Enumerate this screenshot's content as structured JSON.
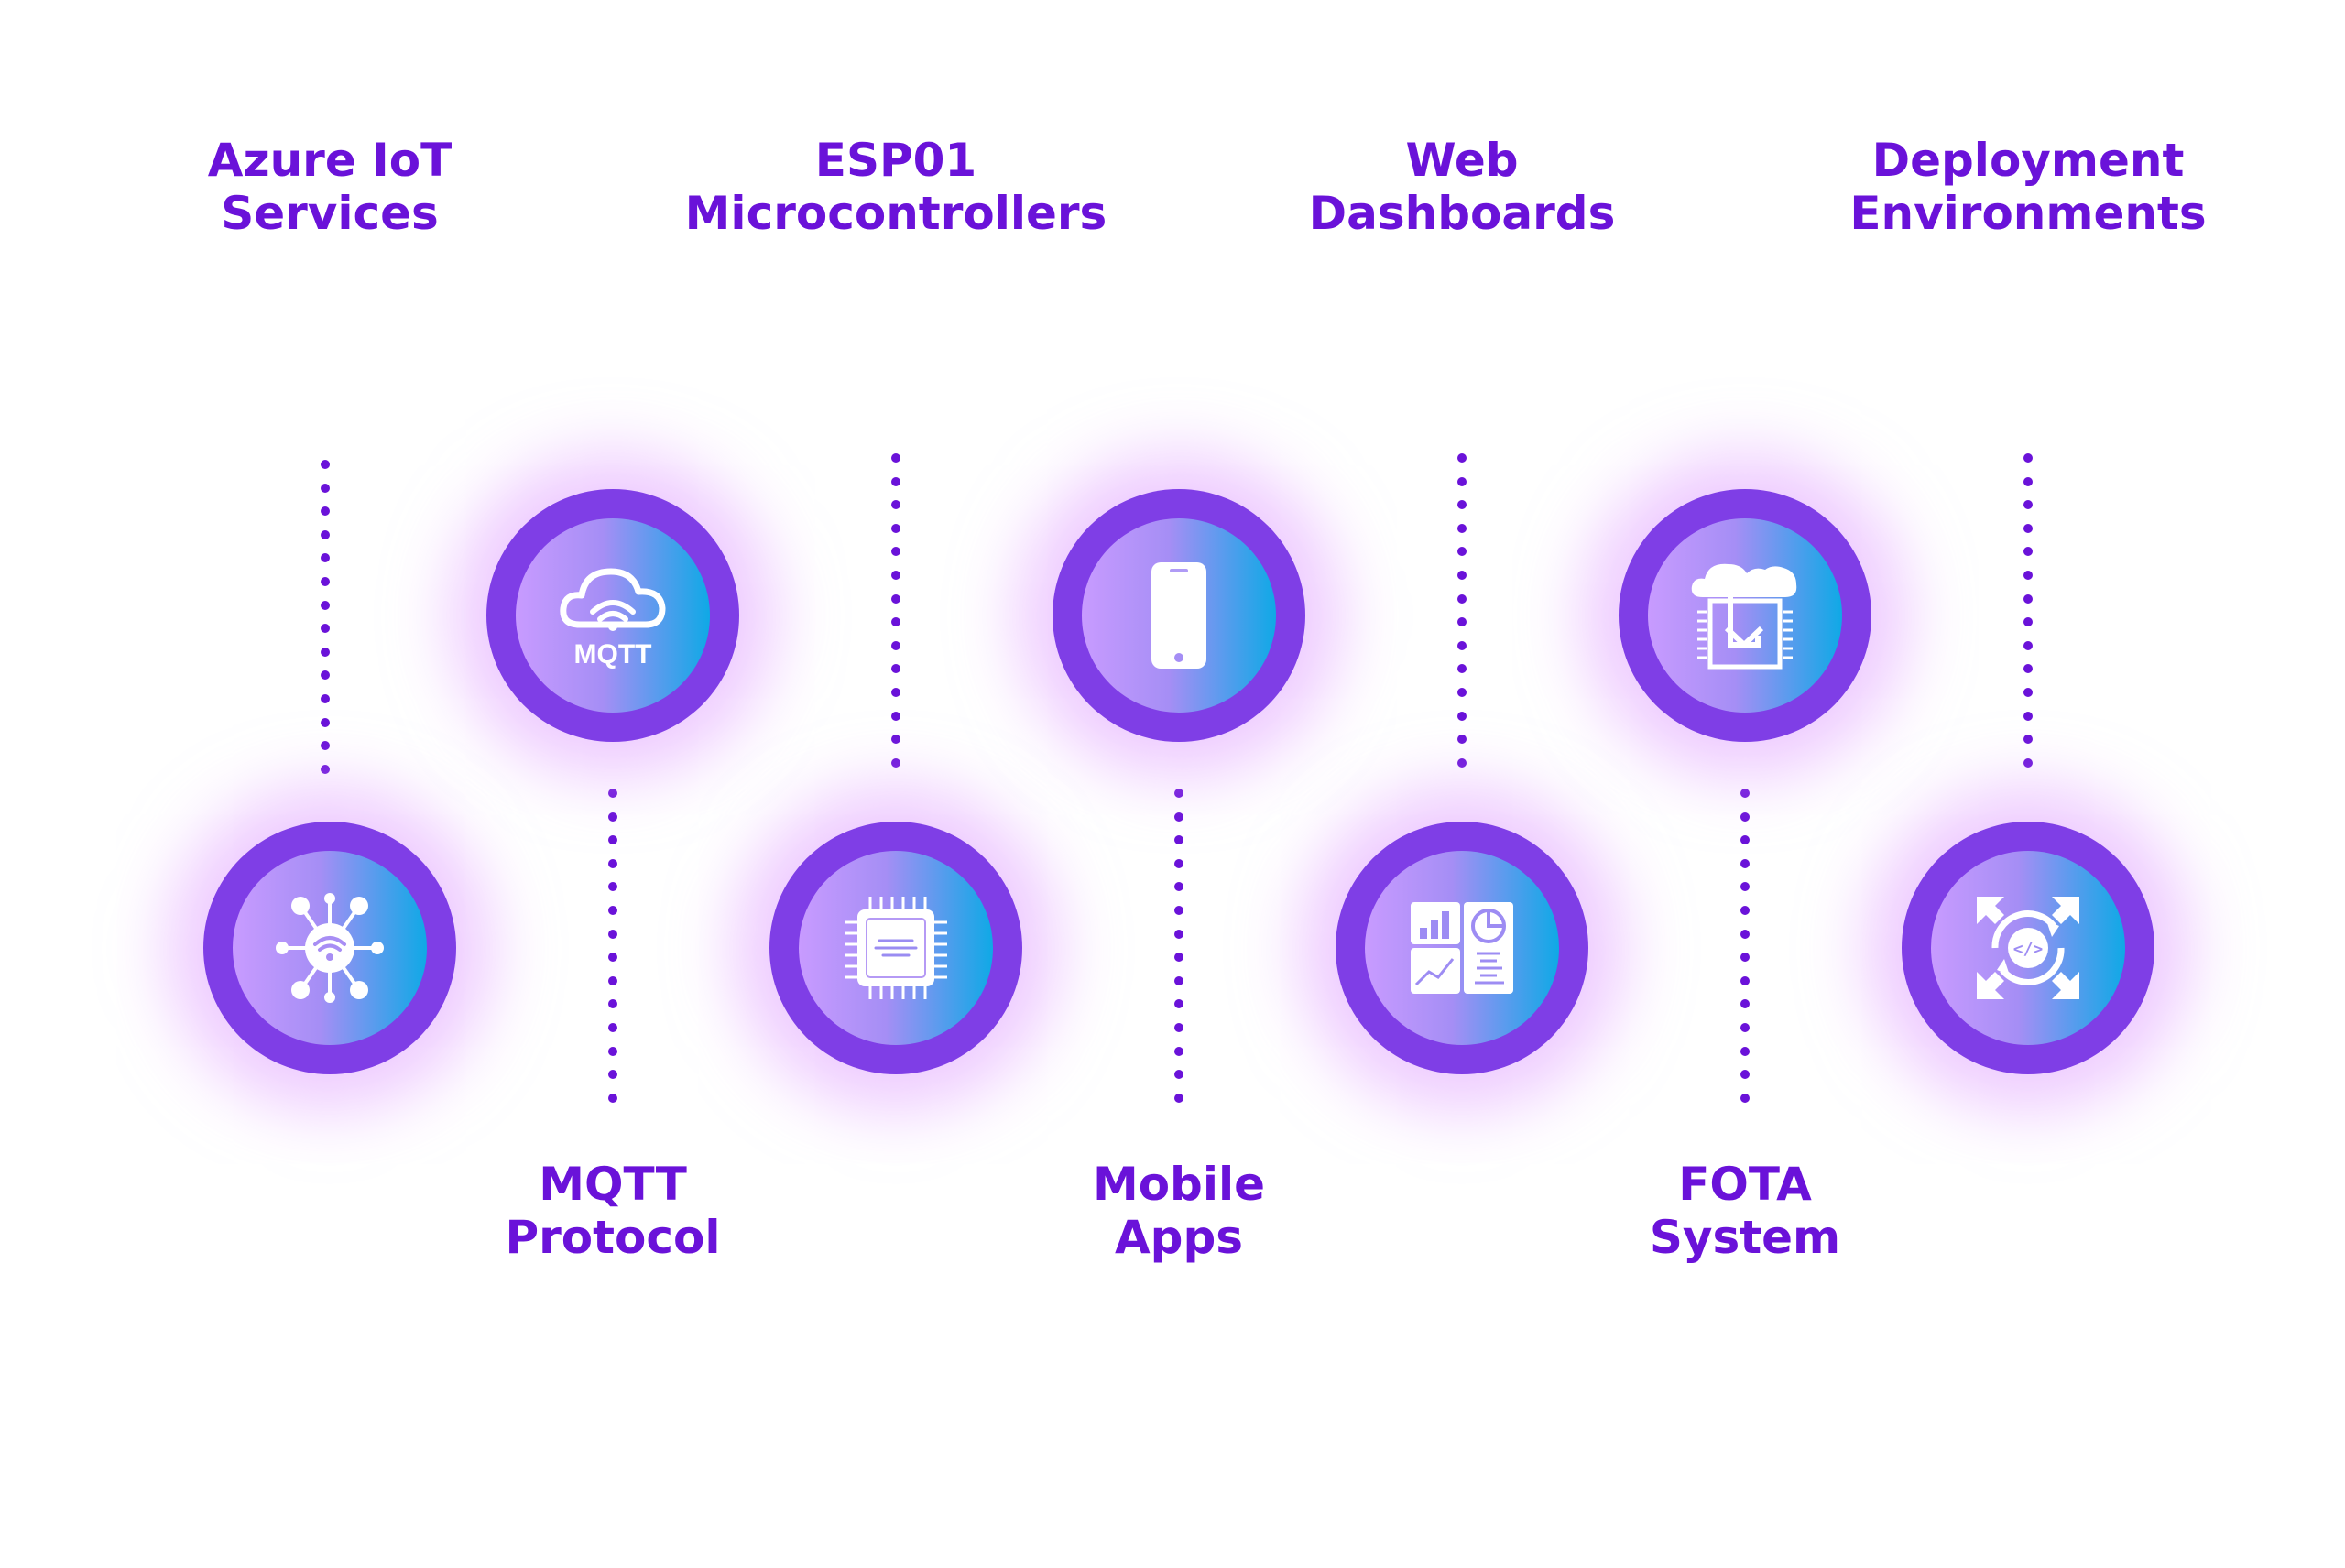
{
  "items": [
    {
      "label": "Azure IoT\nServices",
      "icon": "iot-network-icon"
    },
    {
      "label": "MQTT\nProtocol",
      "icon": "mqtt-cloud-icon",
      "icon_text": "MQTT"
    },
    {
      "label": "ESP01\nMicrocontrollers",
      "icon": "microchip-icon"
    },
    {
      "label": "Mobile\nApps",
      "icon": "smartphone-icon"
    },
    {
      "label": "Web\nDashboards",
      "icon": "dashboard-icon"
    },
    {
      "label": "FOTA\nSystem",
      "icon": "cloud-download-icon"
    },
    {
      "label": "Deployment\nEnvironments",
      "icon": "code-deploy-icon"
    }
  ],
  "colors": {
    "text": "#6a12d9",
    "ring": "#7f3ee6",
    "gradient_start": "#c89bff",
    "gradient_end": "#0fa9e6"
  }
}
